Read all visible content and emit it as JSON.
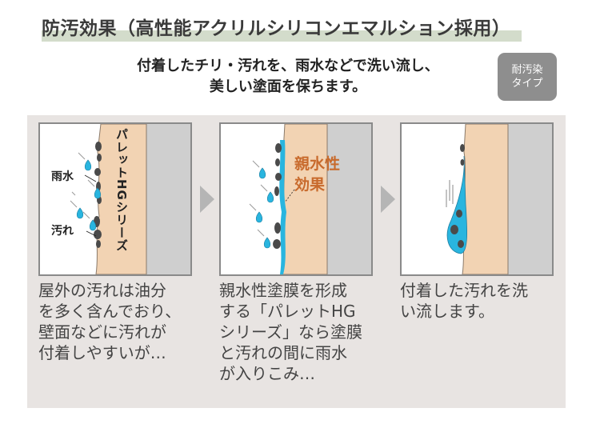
{
  "header": {
    "title": "防汚効果（高性能アクリルシリコンエマルション採用）"
  },
  "lead": {
    "line1": "付着したチリ・汚れを、雨水などで洗い流し、",
    "line2": "美しい塗面を保ちます。"
  },
  "badge": {
    "line1": "耐汚染",
    "line2": "タイプ"
  },
  "steps": [
    {
      "labels": {
        "rain": "雨水",
        "dirt": "汚れ"
      },
      "vertical_label": "パレットHGシリーズ",
      "caption": [
        "屋外の汚れは油分",
        "を多く含んでおり、",
        "壁面などに汚れが",
        "付着しやすいが…"
      ]
    },
    {
      "effect_label": [
        "親水性",
        "効果"
      ],
      "caption": [
        "親水性塗膜を形成",
        "する「パレットHG",
        "シリーズ」なら塗膜",
        "と汚れの間に雨水",
        "が入りこみ…"
      ]
    },
    {
      "caption": [
        "付着した汚れを洗",
        "い流します。"
      ]
    }
  ],
  "colors": {
    "panel": "#e8e4e2",
    "wall": "#f2d3b3",
    "gray_wall": "#cfcfcf",
    "water": "#29b5df",
    "dirt": "#4a4a4a",
    "effect": "#c86a2c"
  }
}
